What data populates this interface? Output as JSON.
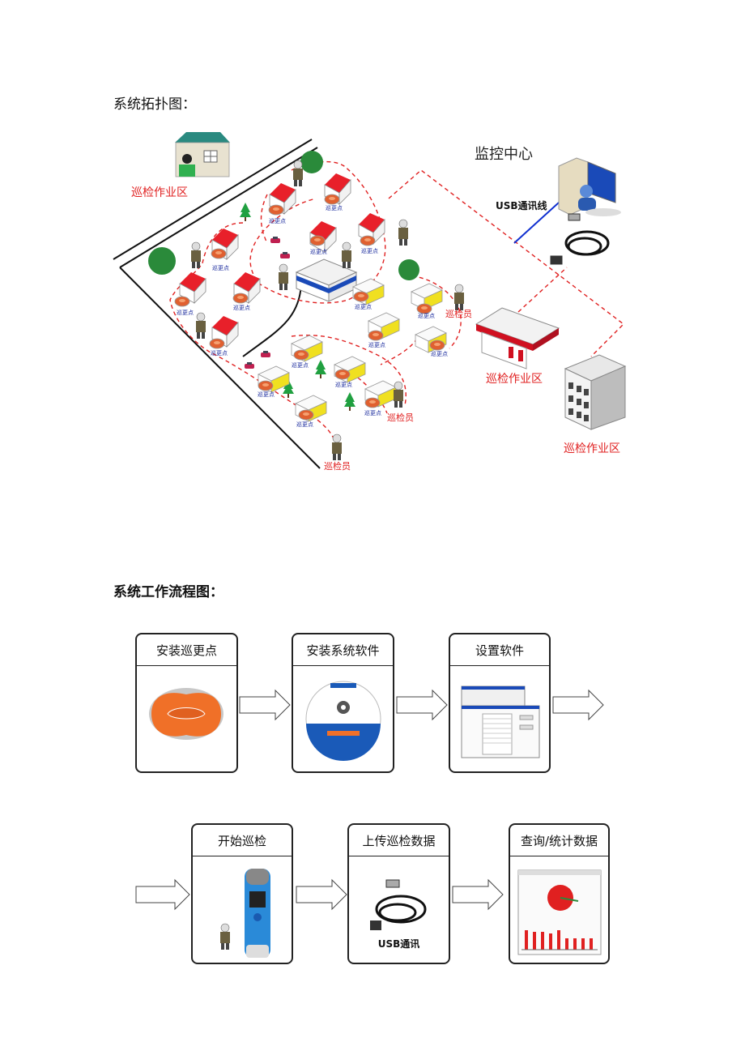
{
  "section1": {
    "title": "系统拓扑图："
  },
  "topology": {
    "monitor_center": "监控中心",
    "usb_line": "USB通讯线",
    "zone": "巡检作业区",
    "checkpoint": "巡更点",
    "inspector": "巡检员",
    "colors": {
      "route": "#e02020",
      "usb": "#1030d0",
      "roof": "#e8202a",
      "accent": "#f0e020"
    }
  },
  "section2": {
    "title": "系统工作流程图："
  },
  "flow": {
    "steps": [
      {
        "label": "安装巡更点"
      },
      {
        "label": "安装系统软件"
      },
      {
        "label": "设置软件"
      },
      {
        "label": "开始巡检"
      },
      {
        "label": "上传巡检数据"
      },
      {
        "label": "查询/统计数据"
      }
    ],
    "usb_caption": "USB通讯"
  }
}
